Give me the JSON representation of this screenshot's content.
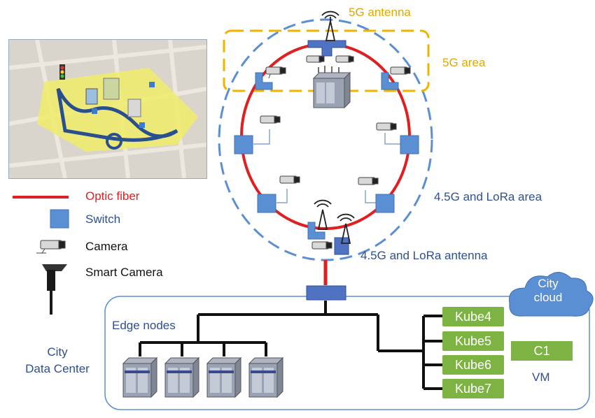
{
  "labels": {
    "antenna_5g": "5G antenna",
    "area_5g": "5G area",
    "area_45g": "4.5G and LoRa area",
    "antenna_45g": "4.5G and LoRa antenna",
    "city_cloud_line1": "City",
    "city_cloud_line2": "cloud",
    "edge_nodes": "Edge nodes",
    "data_center_line1": "City",
    "data_center_line2": "Data Center",
    "vm": "VM"
  },
  "legend": {
    "optic_fiber": "Optic fiber",
    "switch": "Switch",
    "camera": "Camera",
    "smart_camera": "Smart Camera"
  },
  "kube_nodes": [
    "Kube4",
    "Kube5",
    "Kube6",
    "Kube7"
  ],
  "c1": "C1",
  "colors": {
    "fiber": "#e02020",
    "switch": "#5b8fd4",
    "dashed_blue": "#5b8fd4",
    "dashed_yellow": "#f0b400",
    "kube": "#7cb342",
    "label_blue": "#2f4f8f",
    "label_yellow": "#e0a800"
  }
}
